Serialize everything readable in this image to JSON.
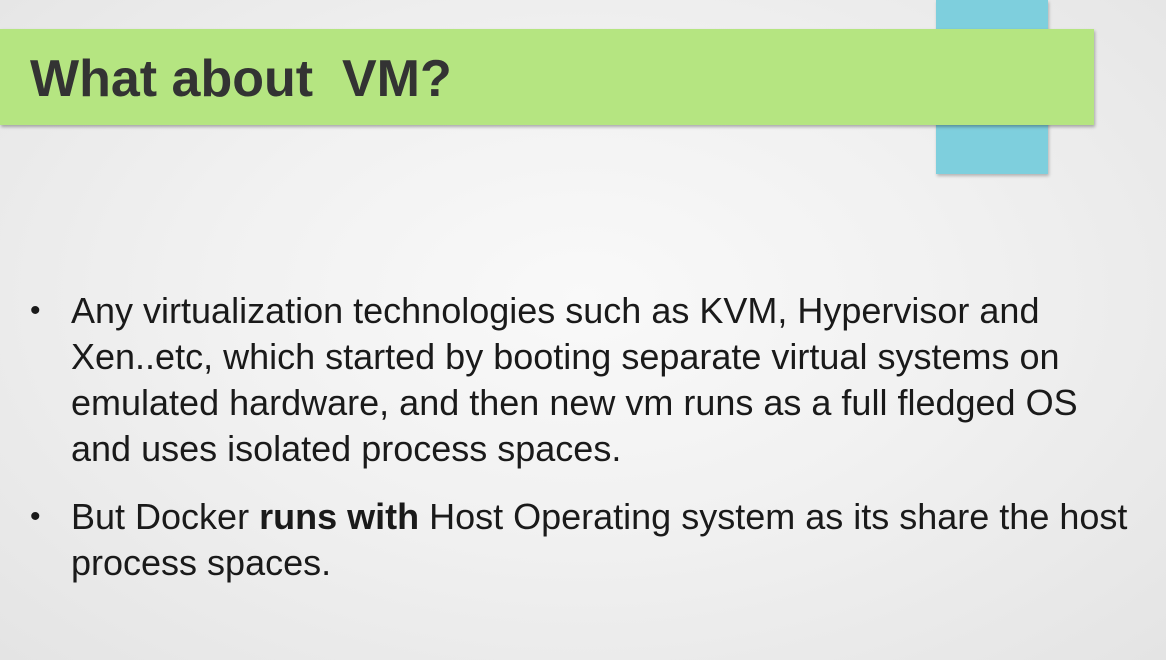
{
  "slide": {
    "title": "What about  VM?",
    "bullet_symbol": "•",
    "bullets": [
      {
        "text": "Any virtualization technologies such as KVM, Hypervisor and Xen..etc, which started by booting separate virtual systems on emulated hardware, and then new vm runs as a full fledged OS and uses isolated process spaces."
      },
      {
        "pre": "But Docker ",
        "bold": "runs with",
        "post": " Host Operating system as its share the host process spaces."
      }
    ]
  },
  "colors": {
    "title_bar": "#b5e581",
    "accent_block": "#7ecfdd",
    "title_text": "#333333",
    "body_text": "#1a1a1a"
  }
}
